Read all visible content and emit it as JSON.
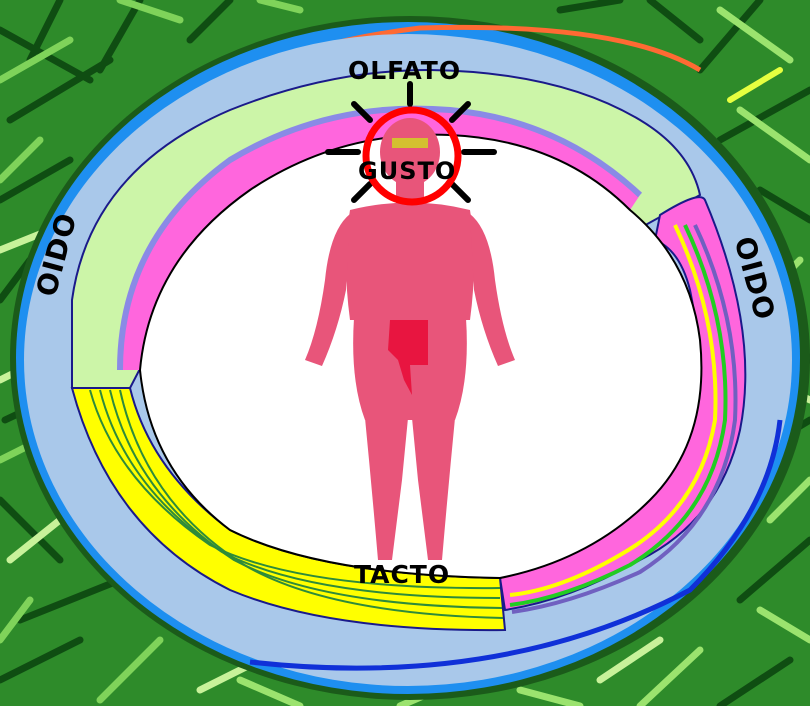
{
  "labels": {
    "olfato": "OLFATO",
    "gusto": "GUSTO",
    "tacto": "TACTO",
    "oido_left": "OIDO",
    "oido_right": "OIDO"
  },
  "colors": {
    "grass_dark": "#1f6b1c",
    "grass_light": "#7fd35a",
    "outer_band": "#a9c8ea",
    "outer_edge": "#1e8ff0",
    "olfato_band": "#ccf5a8",
    "gusto_band": "#ff66dd",
    "tacto_band": "#ffff00",
    "body": "#e8557a",
    "sun_ring": "#ff0000"
  }
}
